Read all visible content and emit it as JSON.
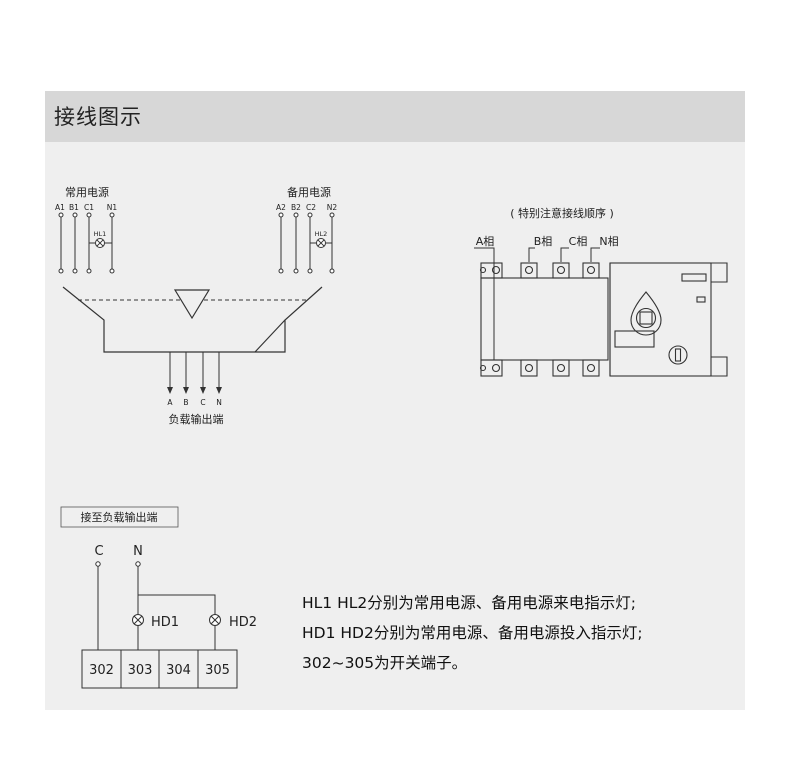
{
  "header": {
    "title": "接线图示"
  },
  "left_diagram": {
    "primary_label": "常用电源",
    "backup_label": "备用电源",
    "primary_terminals": [
      "A1",
      "B1",
      "C1",
      "N1"
    ],
    "backup_terminals": [
      "A2",
      "B2",
      "C2",
      "N2"
    ],
    "primary_lamp": "HL1",
    "backup_lamp": "HL2",
    "output_terminals": [
      "A",
      "B",
      "C",
      "N"
    ],
    "output_label": "负载输出端"
  },
  "right_diagram": {
    "note": "( 特别注意接线顺序 )",
    "phase_labels": [
      "A相",
      "B相",
      "C相",
      "N相"
    ]
  },
  "bottom_diagram": {
    "box_label": "接至负载输出端",
    "c_label": "C",
    "n_label": "N",
    "hd1_label": "HD1",
    "hd2_label": "HD2",
    "terminals": [
      "302",
      "303",
      "304",
      "305"
    ]
  },
  "notes": [
    "HL1 HL2分别为常用电源、备用电源来电指示灯;",
    "HD1 HD2分别为常用电源、备用电源投入指示灯;",
    "302~305为开关端子。"
  ]
}
